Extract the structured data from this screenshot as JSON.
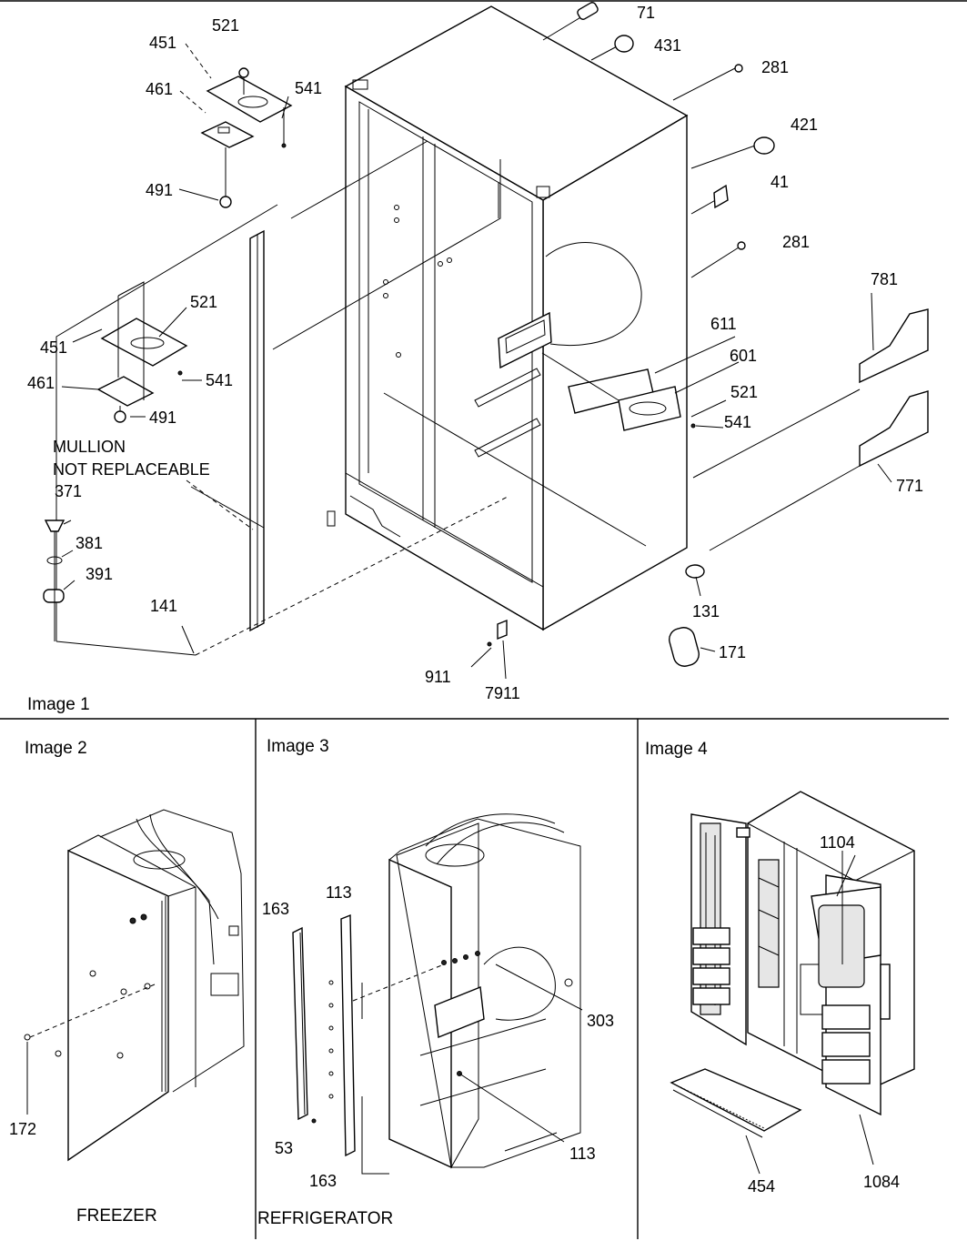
{
  "panels": {
    "image1": "Image 1",
    "image2": "Image 2",
    "image3": "Image 3",
    "image4": "Image 4"
  },
  "captions": {
    "freezer": "FREEZER",
    "refrigerator": "REFRIGERATOR",
    "mullion_line1": "MULLION",
    "mullion_line2": "NOT REPLACEABLE"
  },
  "parts": {
    "p71": "71",
    "p431": "431",
    "p281a": "281",
    "p421": "421",
    "p41": "41",
    "p281b": "281",
    "p781": "781",
    "p611": "611",
    "p601": "601",
    "p521c": "521",
    "p541c": "541",
    "p771": "771",
    "p131": "131",
    "p171": "171",
    "p7911": "7911",
    "p911": "911",
    "p141": "141",
    "p451a": "451",
    "p521a": "521",
    "p461a": "461",
    "p541a": "541",
    "p491a": "491",
    "p521b": "521",
    "p451b": "451",
    "p541b": "541",
    "p461b": "461",
    "p491b": "491",
    "p371": "371",
    "p381": "381",
    "p391": "391",
    "p172": "172",
    "p163a": "163",
    "p113a": "113",
    "p303": "303",
    "p53": "53",
    "p163b": "163",
    "p113b": "113",
    "p1104": "1104",
    "p454": "454",
    "p1084": "1084"
  }
}
